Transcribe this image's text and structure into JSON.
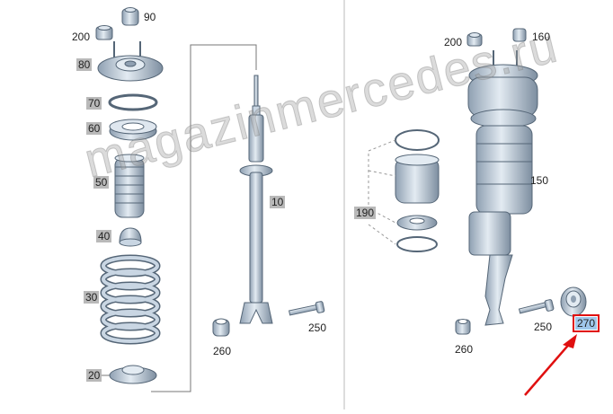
{
  "labels": {
    "p90": "90",
    "p200_left": "200",
    "p80": "80",
    "p70": "70",
    "p60": "60",
    "p50": "50",
    "p40": "40",
    "p30": "30",
    "p20": "20",
    "p10": "10",
    "p260_left": "260",
    "p250_left": "250",
    "p200_right": "200",
    "p160": "160",
    "p150": "150",
    "p190": "190",
    "p260_right": "260",
    "p250_right": "250",
    "p270": "270"
  },
  "watermark": "magazinmercedes.ru",
  "colors": {
    "part_fill": "#c9d6e3",
    "part_stroke": "#556677",
    "highlight_outline": "#e01010",
    "highlight_fill": "#9fc6ea",
    "arrow": "#e01010",
    "grey_label": "#b9b9b9"
  }
}
